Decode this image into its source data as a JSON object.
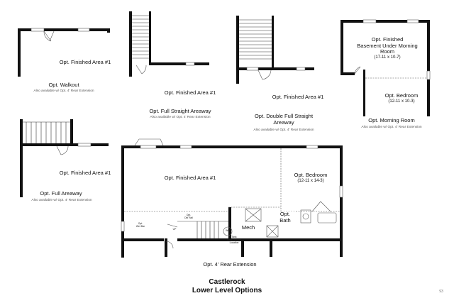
{
  "plans": {
    "walkout": {
      "room": "Opt. Finished Area #1",
      "caption": "Opt. Walkout",
      "note": "Also available w/ Opt. 4' Rear Extension"
    },
    "full_straight": {
      "room": "Opt. Finished Area #1",
      "caption": "Opt. Full Straight Areaway",
      "note": "Also available w/ Opt. 4' Rear Extension"
    },
    "double_full_straight": {
      "room": "Opt. Finished Area #1",
      "caption_line1": "Opt. Double Full Straight",
      "caption_line2": "Areaway",
      "note": "Also available w/ Opt. 4' Rear Extension"
    },
    "morning_room": {
      "room_line1": "Opt. Finished",
      "room_line2": "Basement Under Morning",
      "room_line3": "Room",
      "room_dim": "(17-11 x 10-7)",
      "bedroom": "Opt. Bedroom",
      "bedroom_dim": "(12-11 x 10-3)",
      "caption": "Opt. Morning Room",
      "note": "Also available w/ Opt. 4' Rear Extension"
    },
    "full_areaway": {
      "room": "Opt. Finished Area #1",
      "caption": "Opt. Full Areaway",
      "note": "Also available w/ Opt. 4' Rear Extension"
    },
    "main": {
      "room": "Opt. Finished Area #1",
      "bedroom": "Opt. Bedroom",
      "bedroom_dim": "(12-11 x 14-3)",
      "bath_line1": "Opt.",
      "bath_line2": "Bath",
      "mech": "Mech",
      "wh": "WH",
      "opt_wet_bar_line1": "Opt.",
      "opt_wet_bar_line2": "Wet Bar",
      "opt_dbl_rail_line1": "Opt.",
      "opt_dbl_rail_line2": "Dbl Rail",
      "up": "UP",
      "tank_line1": "Tank",
      "tank_line2": "Water Heater",
      "tank_line3": "Location",
      "caption": "Opt. 4' Rear Extension"
    }
  },
  "title": {
    "line1": "Castlerock",
    "line2": "Lower Level Options"
  },
  "page_number": "93"
}
